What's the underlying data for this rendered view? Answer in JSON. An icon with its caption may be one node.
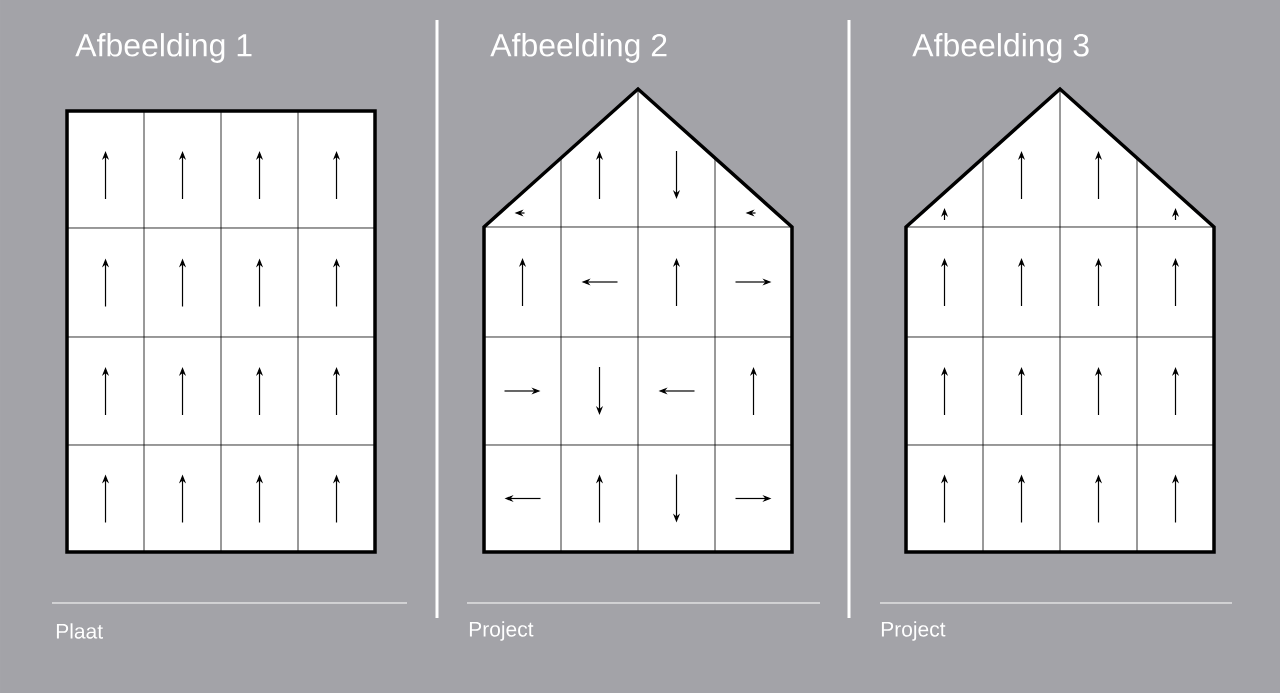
{
  "diagram": {
    "labels": [
      "Afbeelding 1",
      "Afbeelding 2",
      "Afbeelding 3",
      "Plaat",
      "Project",
      "Project"
    ]
  }
}
